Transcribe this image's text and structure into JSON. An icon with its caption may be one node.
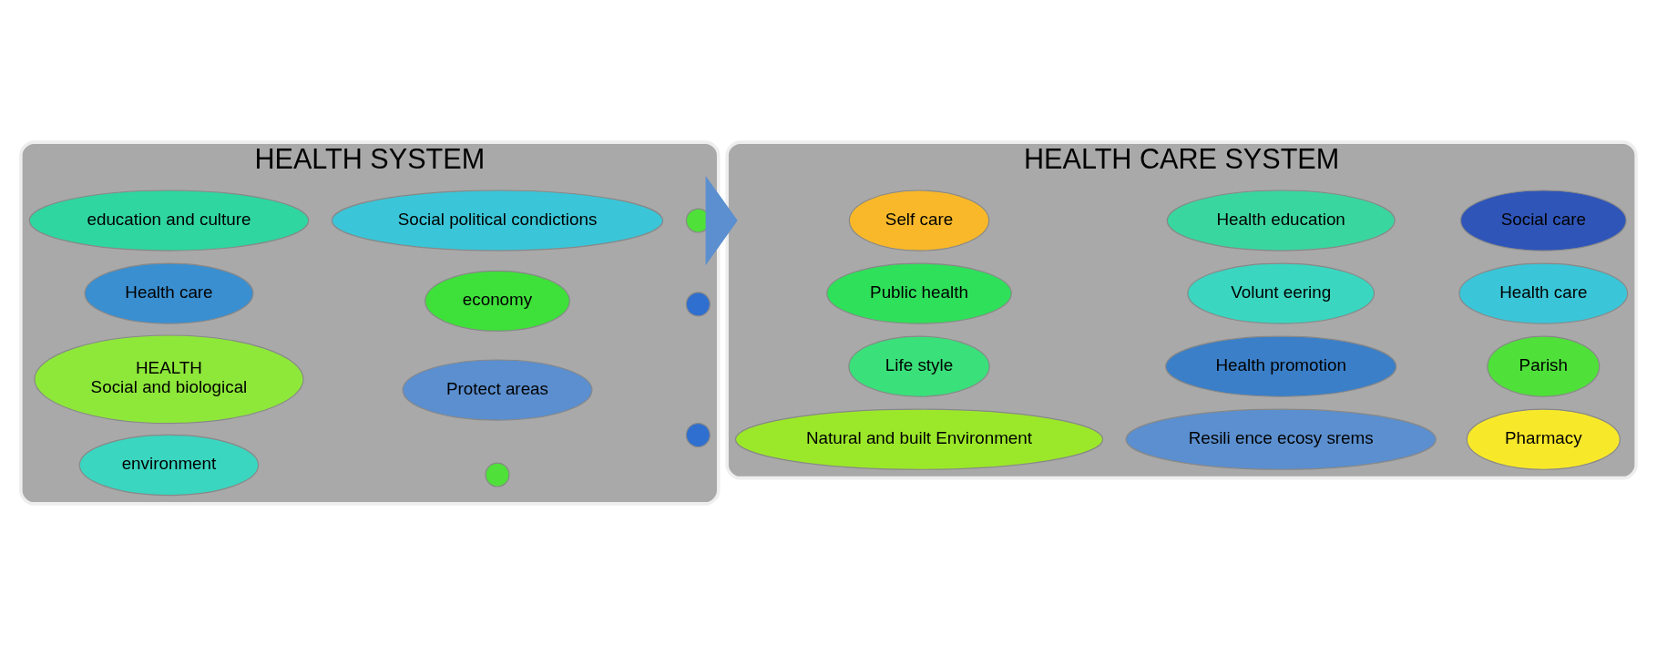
{
  "diagram": {
    "nodes": [
      {
        "text": [
          "HEALTH SYSTEM"
        ]
      },
      {
        "text": [
          "education and culture"
        ],
        "in": 0
      },
      {
        "text": [
          "Health care"
        ],
        "in": 0
      },
      {
        "text": [
          "HEALTH",
          "Social and biological"
        ],
        "in": 0
      },
      {
        "text": [
          "environment"
        ],
        "in": 0
      },
      {
        "text": [
          "Social political condictions"
        ],
        "in": 0
      },
      {
        "text": [
          "economy"
        ],
        "in": 0
      },
      {
        "text": [
          "Protect areas"
        ],
        "in": 0
      },
      {
        "text": [],
        "shape": "circle",
        "in": 0
      },
      {
        "text": [],
        "shape": "circle",
        "in": 0
      },
      {
        "text": [],
        "shape": "circle",
        "in": 0
      },
      {
        "text": [],
        "shape": "circle",
        "in": 0
      },
      {
        "text": [
          "HEALTH CARE SYSTEM"
        ]
      },
      {
        "text": [
          "Self care"
        ],
        "in": 12
      },
      {
        "text": [
          "Public health"
        ],
        "in": 12
      },
      {
        "text": [
          "Life style"
        ],
        "in": 12
      },
      {
        "text": [
          "Natural and built Environment"
        ],
        "in": 12
      },
      {
        "text": [
          "Health education"
        ],
        "in": 12
      },
      {
        "text": [
          "Volunt eering"
        ],
        "in": 12
      },
      {
        "text": [
          "Health promotion"
        ],
        "in": 12
      },
      {
        "text": [
          "Resili ence ecosy srems"
        ],
        "in": 12
      },
      {
        "text": [
          "Social care"
        ],
        "in": 12
      },
      {
        "text": [
          "Health care"
        ],
        "in": 12
      },
      {
        "text": [
          "Parish"
        ],
        "in": 12
      },
      {
        "text": [
          "Pharmacy"
        ],
        "in": 12
      }
    ],
    "edges": [
      {
        "from": 0,
        "to": 12,
        "arrow": "to"
      }
    ]
  }
}
